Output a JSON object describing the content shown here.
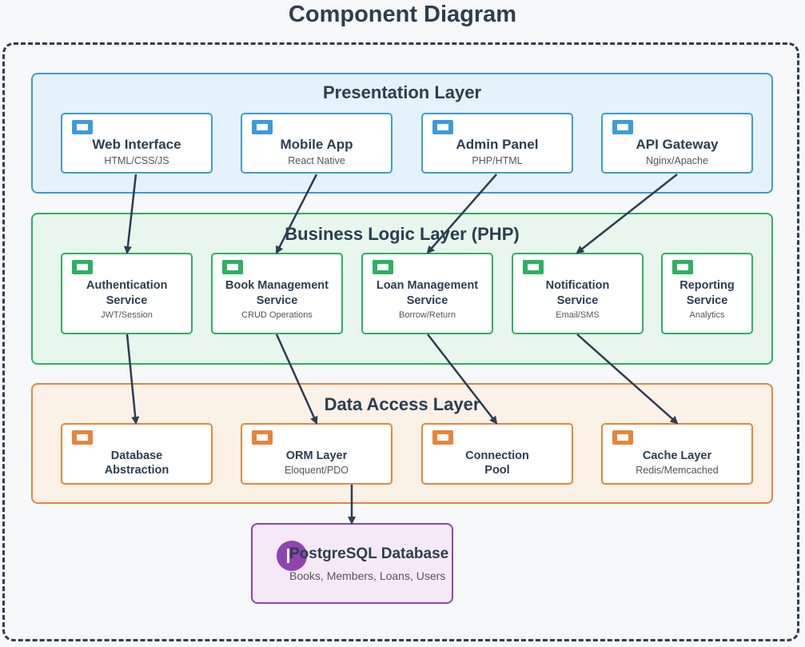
{
  "title": "Component Diagram",
  "colors": {
    "presentation": "#3498db",
    "business": "#27ae60",
    "data": "#e67e22",
    "database": "#8e44ad",
    "arrow": "#2c3e50"
  },
  "layers": {
    "presentation": {
      "title": "Presentation Layer",
      "components": [
        {
          "name": "Web Interface",
          "sub": "HTML/CSS/JS"
        },
        {
          "name": "Mobile App",
          "sub": "React Native"
        },
        {
          "name": "Admin Panel",
          "sub": "PHP/HTML"
        },
        {
          "name": "API Gateway",
          "sub": "Nginx/Apache"
        }
      ]
    },
    "business": {
      "title": "Business Logic Layer (PHP)",
      "components": [
        {
          "name": "Authentication Service",
          "sub": "JWT/Session"
        },
        {
          "name": "Book Management Service",
          "sub": "CRUD Operations"
        },
        {
          "name": "Loan Management Service",
          "sub": "Borrow/Return"
        },
        {
          "name": "Notification Service",
          "sub": "Email/SMS"
        },
        {
          "name": "Reporting Service",
          "sub": "Analytics"
        }
      ]
    },
    "data": {
      "title": "Data Access Layer",
      "components": [
        {
          "name": "Database Abstraction",
          "sub": ""
        },
        {
          "name": "ORM Layer",
          "sub": "Eloquent/PDO"
        },
        {
          "name": "Connection Pool",
          "sub": ""
        },
        {
          "name": "Cache Layer",
          "sub": "Redis/Memcached"
        }
      ]
    }
  },
  "database": {
    "name": "PostgreSQL Database",
    "sub": "Books, Members, Loans, Users"
  }
}
